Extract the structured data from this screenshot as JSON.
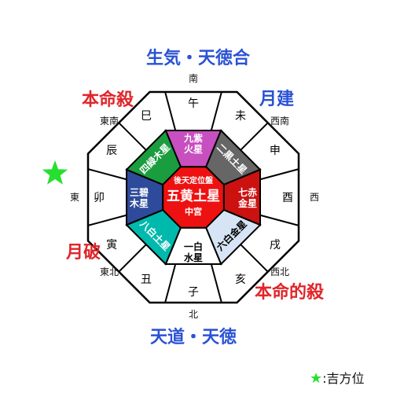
{
  "directions": {
    "south": "南",
    "southwest": "西南",
    "west": "西",
    "northwest": "西北",
    "north": "北",
    "northeast": "東北",
    "east": "東",
    "southeast": "東南"
  },
  "zodiac": [
    "午",
    "未",
    "申",
    "酉",
    "戌",
    "亥",
    "子",
    "丑",
    "寅",
    "卯",
    "辰",
    "巳"
  ],
  "stars": [
    {
      "name": "九紫火星",
      "lines": [
        "九紫",
        "火星"
      ],
      "position": "south",
      "color": "#c84fc0",
      "text_color": "#ffffff"
    },
    {
      "name": "二黒土星",
      "lines": [
        "二黒土星"
      ],
      "position": "southwest",
      "color": "#666666",
      "text_color": "#ffffff"
    },
    {
      "name": "七赤金星",
      "lines": [
        "七赤",
        "金星"
      ],
      "position": "west",
      "color": "#cc1111",
      "text_color": "#ffffff"
    },
    {
      "name": "六白金星",
      "lines": [
        "六白金星"
      ],
      "position": "northwest",
      "color": "#d6e4f5",
      "text_color": "#000000"
    },
    {
      "name": "一白水星",
      "lines": [
        "一白",
        "水星"
      ],
      "position": "north",
      "color": "#ffffff",
      "text_color": "#000000"
    },
    {
      "name": "八白土星",
      "lines": [
        "八白土星"
      ],
      "position": "northeast",
      "color": "#00b9ad",
      "text_color": "#ffffff"
    },
    {
      "name": "三碧木星",
      "lines": [
        "三碧",
        "木星"
      ],
      "position": "east",
      "color": "#2e4a9a",
      "text_color": "#ffffff"
    },
    {
      "name": "四緑木星",
      "lines": [
        "四緑木星"
      ],
      "position": "southeast",
      "color": "#1a9d3e",
      "text_color": "#ffffff"
    }
  ],
  "center": {
    "header": "後天定位盤",
    "star": "五黄土星",
    "sub": "中宮",
    "color": "#ee1111"
  },
  "annotations": {
    "top": "生気・天徳合",
    "bottom": "天道・天徳",
    "southeast": "本命殺",
    "southwest": "月建",
    "northeast": "月破",
    "northwest": "本命的殺"
  },
  "colors": {
    "blue_label": "#2a52d4",
    "red_label": "#e0252a",
    "star_marker": "#25e02e"
  },
  "marker": {
    "direction": "east",
    "icon": "star-icon"
  },
  "legend": {
    "symbol": "★",
    "separator": ":",
    "label": "吉方位"
  }
}
